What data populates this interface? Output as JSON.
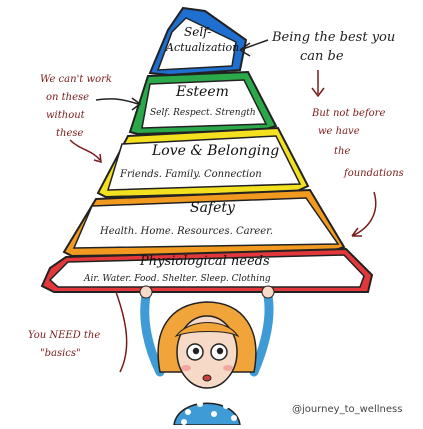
{
  "tiers": [
    {
      "title_lines": [
        "Self-",
        "Actualization"
      ],
      "color": "#1f6fd1"
    },
    {
      "title": "Esteem",
      "subtitle": "Self. Respect. Strength",
      "color": "#2aa84a"
    },
    {
      "title": "Love & Belonging",
      "subtitle": "Friends. Family. Connection",
      "color": "#f3e01f"
    },
    {
      "title": "Safety",
      "subtitle": "Health. Home. Resources. Career.",
      "color": "#f29a1f"
    },
    {
      "title": "Physiological needs",
      "subtitle": "Air. Water. Food. Shelter. Sleep. Clothing",
      "color": "#e2373b"
    }
  ],
  "annotations": {
    "top_right": [
      "Being the best you",
      "can be"
    ],
    "right": [
      "But not before",
      "we have",
      "the",
      "foundations"
    ],
    "left": [
      "We can't work",
      "on these",
      "without",
      "these"
    ],
    "bottom_left": [
      "You NEED the",
      "\"basics\""
    ]
  },
  "credit": "@journey_to_wellness",
  "colors": {
    "ink": "#222222",
    "annotation": "#7a1b1b",
    "hair": "#f0a43a",
    "sleeve": "#3f9bd6",
    "skin": "#f6d9c6"
  }
}
